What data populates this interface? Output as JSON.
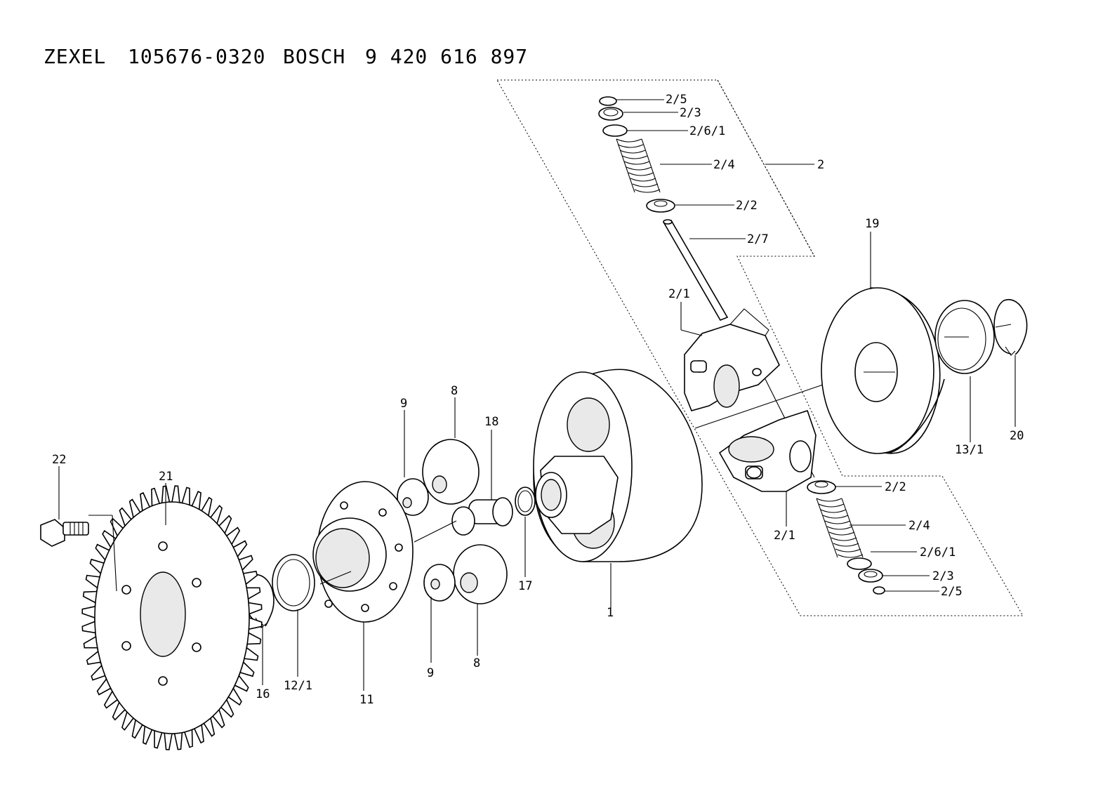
{
  "title": {
    "brand1": "ZEXEL",
    "part_number1": "105676-0320",
    "brand2": "BOSCH",
    "part_number2": "9 420 616 897"
  },
  "callouts": {
    "p2_5_top": "2/5",
    "p2_3_top": "2/3",
    "p2_6_1_top": "2/6/1",
    "p2_4_top": "2/4",
    "p2_assembly": "2",
    "p2_2_top": "2/2",
    "p2_7": "2/7",
    "p19": "19",
    "p2_1_top": "2/1",
    "p20": "20",
    "p13_1": "13/1",
    "p9_top": "9",
    "p8_top": "8",
    "p18": "18",
    "p22": "22",
    "p21": "21",
    "p2_2_bottom": "2/2",
    "p2_4_bottom": "2/4",
    "p2_1_bottom": "2/1",
    "p2_6_1_bottom": "2/6/1",
    "p2_3_bottom": "2/3",
    "p2_5_bottom": "2/5",
    "p17": "17",
    "p1": "1",
    "p16": "16",
    "p12_1": "12/1",
    "p11": "11",
    "p9_bottom": "9",
    "p8_bottom": "8"
  }
}
